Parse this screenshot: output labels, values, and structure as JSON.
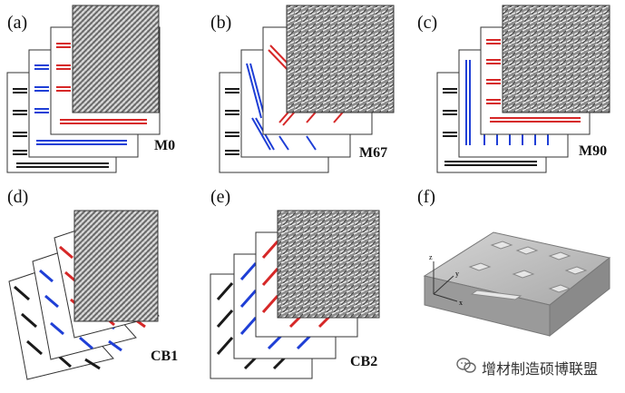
{
  "panels": [
    {
      "label": "(a)",
      "caption": "M0"
    },
    {
      "label": "(b)",
      "caption": "M67"
    },
    {
      "label": "(c)",
      "caption": "M90"
    },
    {
      "label": "(d)",
      "caption": "CB1"
    },
    {
      "label": "(e)",
      "caption": "CB2"
    },
    {
      "label": "(f)",
      "caption": ""
    }
  ],
  "build_plate": {
    "axis_z": "z",
    "axis_y": "y",
    "axis_x": "x"
  },
  "watermark": {
    "text": "增材制造硕博联盟",
    "icon": "wechat-icon"
  },
  "colors": {
    "black": "#1a1a1a",
    "blue": "#1f3fd6",
    "red": "#d62828",
    "plate": "#b8b8b8"
  }
}
